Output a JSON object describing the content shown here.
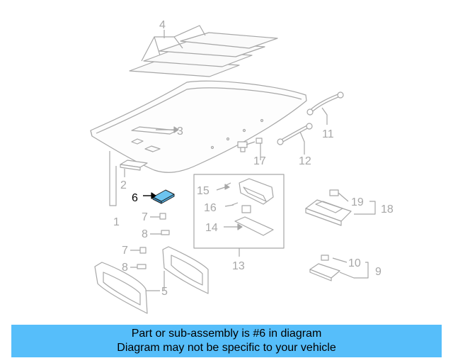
{
  "diagram": {
    "callouts": {
      "c1": "1",
      "c2": "2",
      "c3": "3",
      "c4": "4",
      "c5": "5",
      "c6": "6",
      "c7a": "7",
      "c7b": "7",
      "c8a": "8",
      "c8b": "8",
      "c9": "9",
      "c10": "10",
      "c11": "11",
      "c12": "12",
      "c13": "13",
      "c14": "14",
      "c15": "15",
      "c16": "16",
      "c17": "17",
      "c18": "18",
      "c19": "19"
    },
    "highlight_part": "6"
  },
  "banner": {
    "line1": "Part or sub-assembly is #6 in diagram",
    "line2": "Diagram may not be specific to your vehicle"
  },
  "colors": {
    "banner_bg": "#56befa",
    "line_art": "#a7a7a7",
    "highlight_fill": "#6cc4f0",
    "highlight_text": "#000000"
  }
}
